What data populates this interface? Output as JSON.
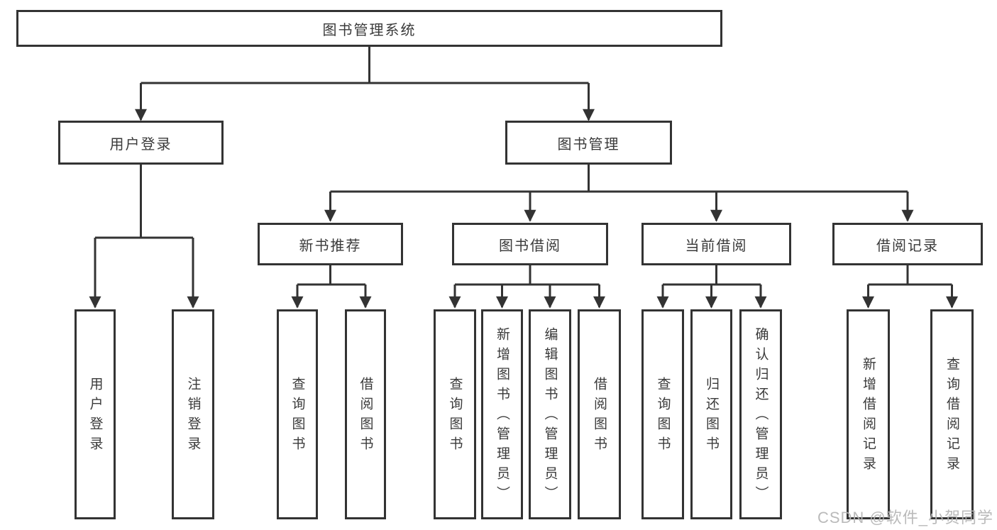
{
  "tree": {
    "root": "图书管理系统",
    "branches": [
      {
        "label": "用户登录",
        "children": [
          "用户登录",
          "注销登录"
        ]
      },
      {
        "label": "图书管理",
        "sections": [
          {
            "label": "新书推荐",
            "children": [
              "查询图书",
              "借阅图书"
            ]
          },
          {
            "label": "图书借阅",
            "children": [
              "查询图书",
              "新增图书（管理员）",
              "编辑图书（管理员）",
              "借阅图书"
            ]
          },
          {
            "label": "当前借阅",
            "children": [
              "查询图书",
              "归还图书",
              "确认归还（管理员）"
            ]
          },
          {
            "label": "借阅记录",
            "children": [
              "新增借阅记录",
              "查询借阅记录"
            ]
          }
        ]
      }
    ]
  },
  "watermark": "CSDN @软件_小贺同学",
  "colors": {
    "line": "#333333",
    "box_border": "#333333",
    "text": "#3a3a3a",
    "watermark": "#b5b5b5",
    "background": "#ffffff"
  }
}
